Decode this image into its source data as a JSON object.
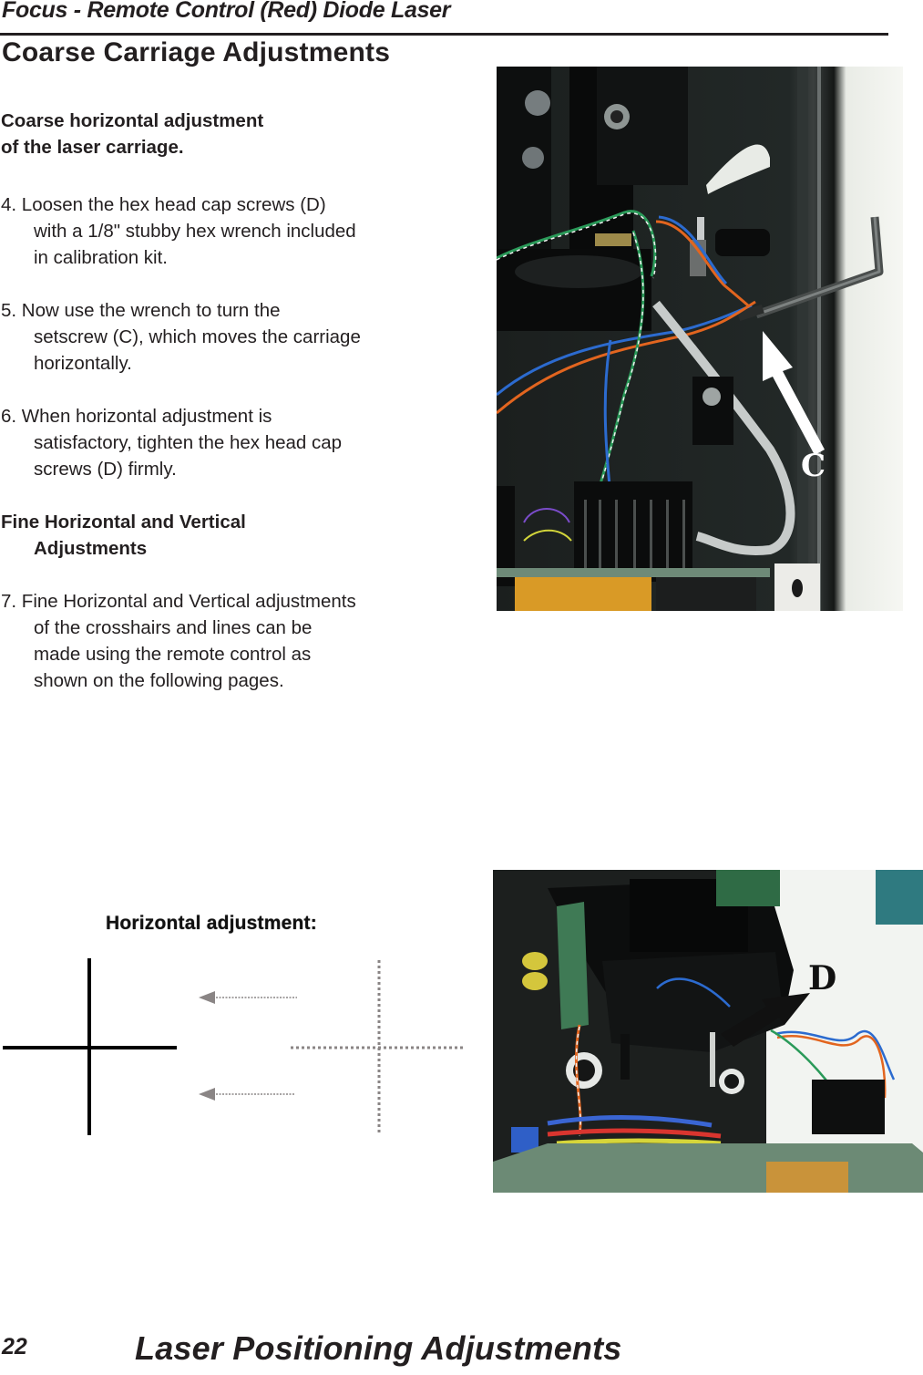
{
  "header": {
    "running_title": "Focus - Remote Control (Red) Diode Laser",
    "page_title": "Coarse Carriage Adjustments"
  },
  "content": {
    "subheading_1_line1": "Coarse horizontal adjustment",
    "subheading_1_line2": "of the laser carriage.",
    "steps": [
      {
        "number": "4.",
        "text": "Loosen the hex head cap screws (D) with a 1/8\" stubby hex wrench included in calibration kit.",
        "lines": [
          "4. Loosen the hex head cap screws (D)",
          "with a 1/8\" stubby hex wrench included",
          "in calibration kit."
        ]
      },
      {
        "number": "5.",
        "text": "Now use the wrench to turn the setscrew (C), which moves the carriage horizontally.",
        "lines": [
          "5. Now use the wrench to turn the",
          "setscrew (C), which moves the carriage",
          "horizontally."
        ]
      },
      {
        "number": "6.",
        "text": "When horizontal adjustment is satisfactory, tighten the hex head cap screws (D) firmly.",
        "lines": [
          "6. When horizontal adjustment is",
          "satisfactory, tighten the hex head cap",
          "screws (D) firmly."
        ]
      },
      {
        "number": "7.",
        "text": "Fine Horizontal and Vertical adjustments of the crosshairs and lines can be made using the remote control as shown on the following pages.",
        "lines": [
          "7. Fine Horizontal and Vertical adjustments",
          "of the crosshairs and lines can be",
          "made using the remote control as",
          "shown on the following pages."
        ]
      }
    ],
    "subheading_2_line1": "Fine Horizontal and Vertical",
    "subheading_2_line2": "Adjustments"
  },
  "figures": {
    "photo_top": {
      "label": "C",
      "description": "Laser carriage with hex wrench in setscrew",
      "arrow_color": "#ffffff"
    },
    "photo_bottom": {
      "label": "D",
      "description": "Hex head cap screws on laser carriage",
      "arrow_color": "#111111"
    },
    "diagram": {
      "title": "Horizontal adjustment:",
      "solid_crosshair_color": "#000000",
      "dashed_crosshair_color": "#8a8585",
      "arrow_color": "#8a8585"
    }
  },
  "footer": {
    "page_number": "22",
    "section_title": "Laser Positioning Adjustments"
  }
}
